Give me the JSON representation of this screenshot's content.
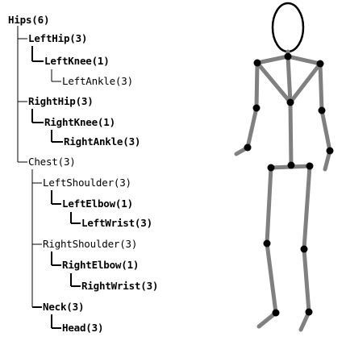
{
  "tree": [
    {
      "id": "hips",
      "label": "Hips(6)",
      "bold": true
    },
    {
      "id": "lefthip",
      "label": "LeftHip(3)",
      "bold": true
    },
    {
      "id": "leftknee",
      "label": "LeftKnee(1)",
      "bold": true
    },
    {
      "id": "leftankle",
      "label": "LeftAnkle(3)",
      "bold": false
    },
    {
      "id": "righthip",
      "label": "RightHip(3)",
      "bold": true
    },
    {
      "id": "rightknee",
      "label": "RightKnee(1)",
      "bold": true
    },
    {
      "id": "rightankle",
      "label": "RightAnkle(3)",
      "bold": true
    },
    {
      "id": "chest",
      "label": "Chest(3)",
      "bold": false
    },
    {
      "id": "leftshoulder",
      "label": "LeftShoulder(3)",
      "bold": false
    },
    {
      "id": "leftelbow",
      "label": "LeftElbow(1)",
      "bold": true
    },
    {
      "id": "leftwrist",
      "label": "LeftWrist(3)",
      "bold": true
    },
    {
      "id": "rightshoulder",
      "label": "RightShoulder(3)",
      "bold": false
    },
    {
      "id": "rightelbow",
      "label": "RightElbow(1)",
      "bold": true
    },
    {
      "id": "rightwrist",
      "label": "RightWrist(3)",
      "bold": true
    },
    {
      "id": "neck",
      "label": "Neck(3)",
      "bold": true
    },
    {
      "id": "head",
      "label": "Head(3)",
      "bold": true
    }
  ],
  "colors": {
    "text": "#000000",
    "bone": "#808080",
    "joint": "#000000",
    "background": "#ffffff"
  }
}
